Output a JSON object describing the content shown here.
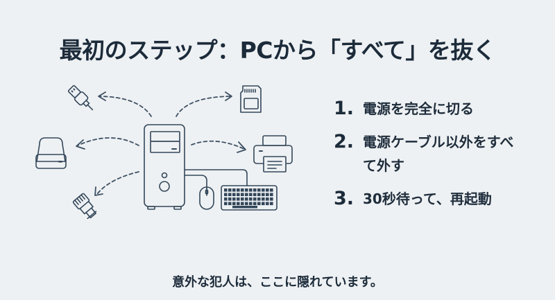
{
  "title": "最初のステップ：PCから「すべて」を抜く",
  "illustration": {
    "center_device": "desktop-tower-icon",
    "connected_devices": [
      "mouse-icon",
      "keyboard-icon"
    ],
    "removed_devices": [
      "usb-cable-icon",
      "sd-card-icon",
      "external-drive-icon",
      "printer-icon",
      "ethernet-cable-icon"
    ],
    "stroke_color": "#33475a"
  },
  "steps": [
    {
      "number": "1.",
      "text": "電源を完全に切る"
    },
    {
      "number": "2.",
      "text": "電源ケーブル以外をすべて外す"
    },
    {
      "number": "3.",
      "text": "30秒待って、再起動"
    }
  ],
  "footer": "意外な犯人は、ここに隠れています。",
  "colors": {
    "background": "#eef1f3",
    "text": "#1c2b3a"
  }
}
